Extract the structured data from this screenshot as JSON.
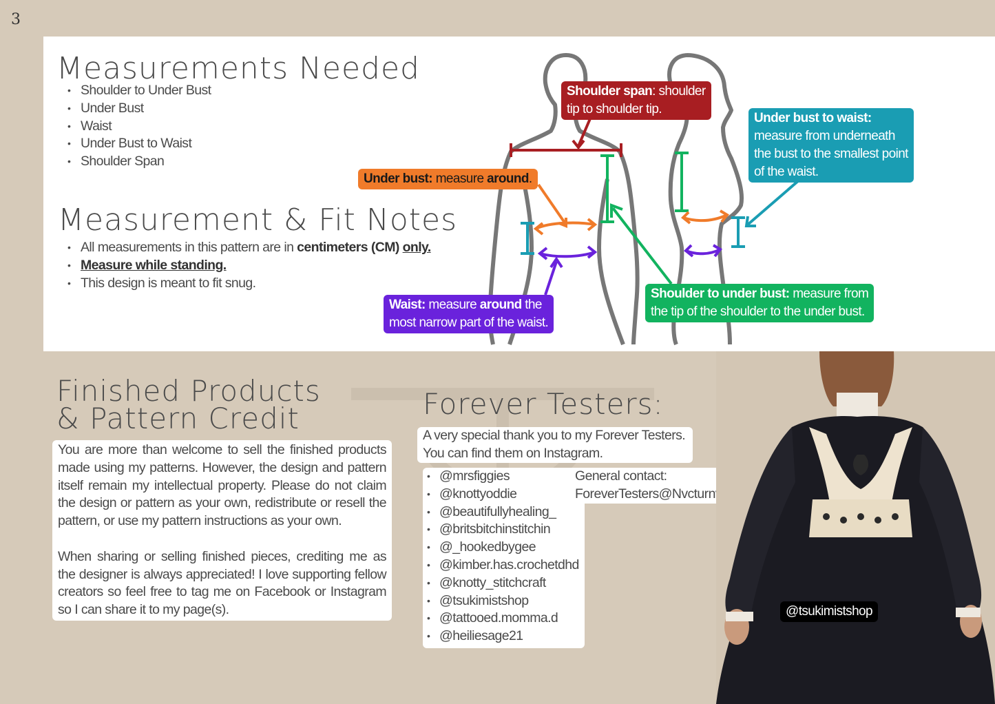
{
  "page_number": "3",
  "measurements": {
    "title": "Measurements Needed",
    "items": [
      "Shoulder to Under Bust",
      "Under Bust",
      "Waist",
      "Under Bust to Waist",
      "Shoulder Span"
    ]
  },
  "fit_notes": {
    "title": "Measurement & Fit Notes",
    "note1_prefix": "All measurements in this pattern are in ",
    "note1_bold": "centimeters (CM)",
    "note1_space": " ",
    "note1_underlined": "only.",
    "note2": "Measure while standing.",
    "note3": "This design is meant to fit snug."
  },
  "callouts": {
    "shoulder_span_bold": "Shoulder span",
    "shoulder_span_line1": ": shoulder",
    "shoulder_span_line2": "tip to shoulder tip.",
    "under_bust_bold": "Under bust:",
    "under_bust_text": " measure ",
    "under_bust_bold2": "around",
    "under_bust_end": ".",
    "under_bust_waist_bold": "Under bust to waist:",
    "under_bust_waist_line2": "measure from underneath",
    "under_bust_waist_line3": "the bust to the smallest point",
    "under_bust_waist_line4": "of the waist.",
    "waist_bold": "Waist:",
    "waist_text": " measure ",
    "waist_bold2": "around",
    "waist_text2": " the",
    "waist_line2": "most narrow part of the waist.",
    "shoulder_under_bold": "Shoulder to under bust:",
    "shoulder_under_text": " measure from",
    "shoulder_under_line2": "the tip of the shoulder to the under bust."
  },
  "credit": {
    "title_line1": "Finished Products",
    "title_line2": "& Pattern Credit",
    "para1": "You are more than welcome to sell the finished products made using my patterns. However, the design and pattern itself remain my intellectual property. Please do not claim the design or pattern as your own, redistribute or resell the pattern, or use my pattern instructions as your own.",
    "para2": "When sharing or selling finished pieces, crediting me as the designer is always appreciated! I love supporting fellow creators so feel free to tag me on Facebook or Instagram so I can share it to my page(s)."
  },
  "testers": {
    "title": "Forever Testers:",
    "intro_line1": "A very special thank you to my Forever Testers.",
    "intro_line2": "You can find them on Instagram.",
    "handles": [
      "@mrsfiggies",
      "@knottyoddie",
      "@beautifullyhealing_",
      "@britsbitchinstitchin",
      "@_hookedbygee",
      "@kimber.has.crochetdhd",
      "@knotty_stitchcraft",
      "@tsukimistshop",
      "@tattooed.momma.d",
      "@heiliesage21"
    ],
    "contact_label": "General contact:",
    "contact_email": "ForeverTesters@Nvcturnvl.com"
  },
  "photo_handle": "@tsukimistshop",
  "colors": {
    "background": "#d6cab9",
    "shoulder_span": "#a81e22",
    "under_bust": "#f07b2a",
    "under_bust_to_waist": "#1a9db3",
    "waist": "#6a22dc",
    "shoulder_to_under_bust": "#12b35f"
  }
}
